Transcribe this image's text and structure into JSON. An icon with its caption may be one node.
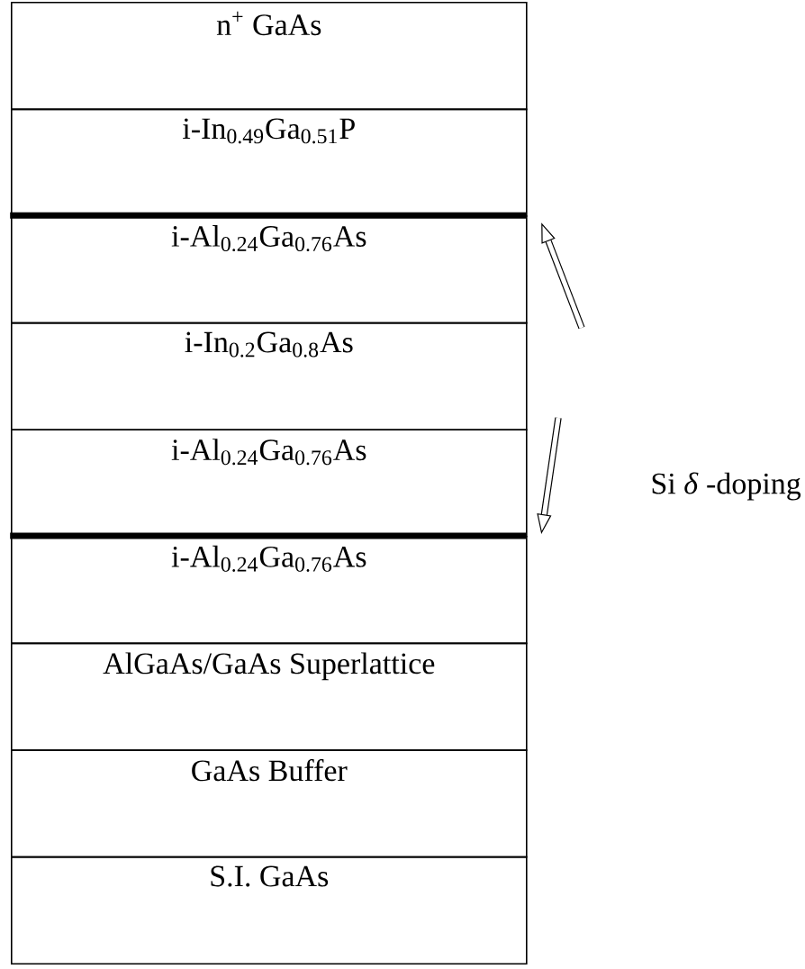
{
  "diagram": {
    "nodes": [
      {
        "text": [
          "n$^{+}$ GaAs"
        ]
      },
      {
        "text": [
          "i-In$_{0.49}$Ga$_{0.51}$P"
        ]
      },
      {
        "text": [
          "i-Al$_{0.24}$Ga$_{0.76}$As"
        ]
      },
      {
        "text": [
          "i-In$_{0.2}$Ga$_{0.8}$As"
        ]
      },
      {
        "text": [
          "i-Al$_{0.24}$Ga$_{0.76}$As"
        ]
      },
      {
        "text": [
          "i-Al$_{0.24}$Ga$_{0.76}$As"
        ]
      },
      {
        "text": [
          "AlGaAs/GaAs Superlattice"
        ]
      },
      {
        "text": [
          "GaAs Buffer"
        ]
      },
      {
        "text": [
          "S.I. GaAs"
        ]
      },
      {
        "text": [],
        "shape": "bar"
      },
      {
        "text": [],
        "shape": "bar"
      }
    ],
    "edges": [
      {
        "from": null,
        "to": 9,
        "arrow": "to"
      },
      {
        "from": null,
        "to": 10,
        "arrow": "to"
      }
    ],
    "labels": [
      "Si *δ* -doping"
    ]
  }
}
